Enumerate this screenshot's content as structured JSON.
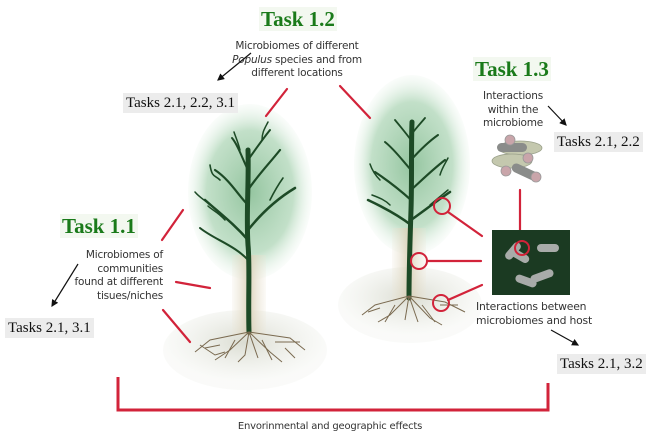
{
  "diagram": {
    "task_1_1": {
      "title": "Task 1.1",
      "description_lines": [
        "Microbiomes of",
        "communities",
        "found at different",
        "tisues/niches"
      ],
      "related": "Tasks 2.1, 3.1"
    },
    "task_1_2": {
      "title": "Task 1.2",
      "description_lines": [
        "Microbiomes of different",
        "species and from",
        "different locations"
      ],
      "description_italic": "Populus",
      "related": "Tasks 2.1, 2.2, 3.1"
    },
    "task_1_3": {
      "title": "Task 1.3",
      "description_lines": [
        "Interactions",
        "within the",
        "microbiome"
      ],
      "related": "Tasks 2.1, 2.2"
    },
    "host_interactions": {
      "description_lines": [
        "Interactions between",
        "microbiomes and host"
      ],
      "related": "Tasks 2.1, 3.2"
    },
    "footer": "Envorinmental and geographic effects",
    "colors": {
      "task_title": "#1a7a1a",
      "connector": "#d2233a",
      "tree": "#1d4a26",
      "canopy": "#9cc9a6",
      "inset_bg": "#1b3a22"
    },
    "icons": [
      "tree-left",
      "tree-right",
      "microbe-cluster",
      "bacteria-inset"
    ]
  }
}
